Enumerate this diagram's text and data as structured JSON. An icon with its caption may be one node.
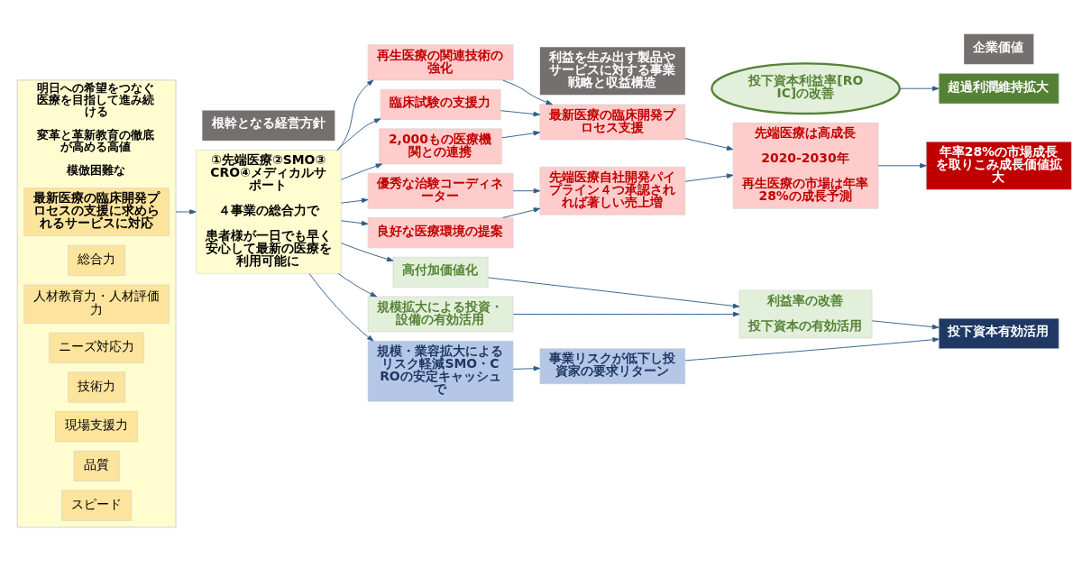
{
  "diagram": {
    "nodes": [
      {
        "text": [
          "明日への希望をつなぐ医療を目指して進み続ける",
          "変革と革新教育の徹底が高める高値",
          "模倣困難な"
        ]
      },
      {
        "text": [
          "最新医療の臨床開発プロセスの支援に求められるサービスに対応"
        ],
        "in": 0
      },
      {
        "text": [
          "総合力"
        ],
        "in": 0
      },
      {
        "text": [
          "人材教育力・人材評価力"
        ],
        "in": 0
      },
      {
        "text": [
          "ニーズ対応力"
        ],
        "in": 0
      },
      {
        "text": [
          "技術力"
        ],
        "in": 0
      },
      {
        "text": [
          "現場支援力"
        ],
        "in": 0
      },
      {
        "text": [
          "品質"
        ],
        "in": 0
      },
      {
        "text": [
          "スピード"
        ],
        "in": 0
      },
      {
        "text": [
          "①先端医療②SMO③CRO④メディカルサポート",
          "４事業の総合力で",
          "患者様が一日でも早く安心して最新の医療を利用可能に"
        ]
      },
      {
        "text": [
          "再生医療の関連技術の強化"
        ]
      },
      {
        "text": [
          "臨床試験の支援力"
        ]
      },
      {
        "text": [
          "2,000もの医療機関との連携"
        ]
      },
      {
        "text": [
          "優秀な治験コーディネーター"
        ]
      },
      {
        "text": [
          "良好な医療環境の提案"
        ]
      },
      {
        "text": [
          "高付加価値化"
        ]
      },
      {
        "text": [
          "規模拡大による投資・設備の有効活用"
        ]
      },
      {
        "text": [
          "規模・業容拡大によるリスク軽減SMO・CROの安定キャッシュで"
        ]
      },
      {
        "text": [
          "最新医療の臨床開発プロセス支援"
        ]
      },
      {
        "text": [
          "先端医療自社開発パイプライン４つ承認されれば著しい売上増"
        ]
      },
      {
        "text": [
          "先端医療は高成長",
          "2020-2030年",
          "再生医療の市場は年率28%の成長予測"
        ]
      },
      {
        "text": [
          "年率28%の市場成長を取りこみ成長価値拡大"
        ]
      },
      {
        "text": [
          "利益率の改善",
          "投下資本の有効活用"
        ]
      },
      {
        "text": [
          "投下資本利益率[ROIC]の改善"
        ]
      },
      {
        "text": [
          "事業リスクが低下し投資家の要求リターン"
        ]
      },
      {
        "text": [
          "超過利潤維持拡大"
        ]
      },
      {
        "text": [
          "投下資本有効活用"
        ]
      }
    ],
    "edges": [
      {
        "from": 0,
        "to": 9,
        "arrow": "to"
      },
      {
        "from": 9,
        "to": 10,
        "arrow": "to"
      },
      {
        "from": 9,
        "to": 11,
        "arrow": "to"
      },
      {
        "from": 9,
        "to": 12,
        "arrow": "to"
      },
      {
        "from": 9,
        "to": 13,
        "arrow": "to"
      },
      {
        "from": 9,
        "to": 14,
        "arrow": "to"
      },
      {
        "from": 9,
        "to": 15,
        "arrow": "to"
      },
      {
        "from": 9,
        "to": 16,
        "arrow": "to"
      },
      {
        "from": 9,
        "to": 17,
        "arrow": "to"
      },
      {
        "from": 10,
        "to": 18,
        "arrow": "to"
      },
      {
        "from": 11,
        "to": 18,
        "arrow": "to"
      },
      {
        "from": 12,
        "to": 18,
        "arrow": "to"
      },
      {
        "from": 13,
        "to": 19,
        "arrow": "to"
      },
      {
        "from": 14,
        "to": 19,
        "arrow": "to"
      },
      {
        "from": 18,
        "to": 20,
        "arrow": "to"
      },
      {
        "from": 19,
        "to": 20,
        "arrow": "to"
      },
      {
        "from": 20,
        "to": 21,
        "arrow": "to"
      },
      {
        "from": 15,
        "to": 22,
        "arrow": "to"
      },
      {
        "from": 16,
        "to": 22,
        "arrow": "to"
      },
      {
        "from": 17,
        "to": 24,
        "arrow": "to"
      },
      {
        "from": 23,
        "to": 25,
        "arrow": "to"
      },
      {
        "from": 22,
        "to": 26,
        "arrow": "to"
      },
      {
        "from": 24,
        "to": 26,
        "arrow": "to"
      }
    ],
    "labels": [
      "根幹となる経営方針",
      "利益を生み出す製品やサービスに対する事業戦略と収益構造",
      "企業価値"
    ]
  }
}
